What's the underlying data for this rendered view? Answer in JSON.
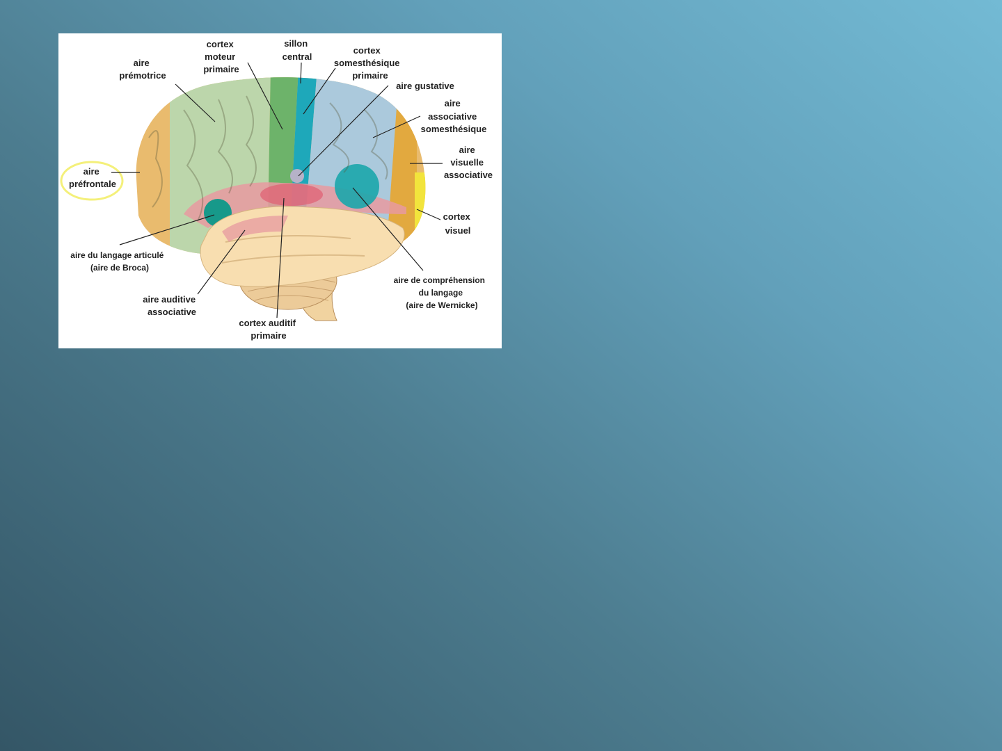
{
  "figure": {
    "labels": {
      "premotrice": [
        "aire",
        "prémotrice"
      ],
      "moteur": [
        "cortex",
        "moteur",
        "primaire"
      ],
      "sillon": [
        "sillon",
        "central"
      ],
      "somesthesique": [
        "cortex",
        "somesthésique",
        "primaire"
      ],
      "gustative": [
        "aire gustative"
      ],
      "assoc_somesth": [
        "aire",
        "associative",
        "somesthésique"
      ],
      "visuelle_assoc": [
        "aire",
        "visuelle",
        "associative"
      ],
      "visuel": [
        "cortex",
        "visuel"
      ],
      "prefrontale": [
        "aire",
        "préfrontale"
      ],
      "broca": [
        "aire du langage articulé",
        "(aire de Broca)"
      ],
      "auditive_assoc": [
        "aire auditive",
        "associative"
      ],
      "auditif": [
        "cortex auditif",
        "primaire"
      ],
      "wernicke": [
        "aire de compréhension",
        "du langage",
        "(aire de Wernicke)"
      ]
    },
    "colors": {
      "prefrontal": "#e9bb6e",
      "premotor": "#bcd6ab",
      "motor": "#6db36a",
      "somato": "#1ea8ba",
      "parietal": "#abc9dc",
      "visual_assoc": "#e2a93f",
      "visual": "#f2e43c",
      "temporal": "#f8deb0",
      "highlight": "#f4f07a"
    }
  }
}
